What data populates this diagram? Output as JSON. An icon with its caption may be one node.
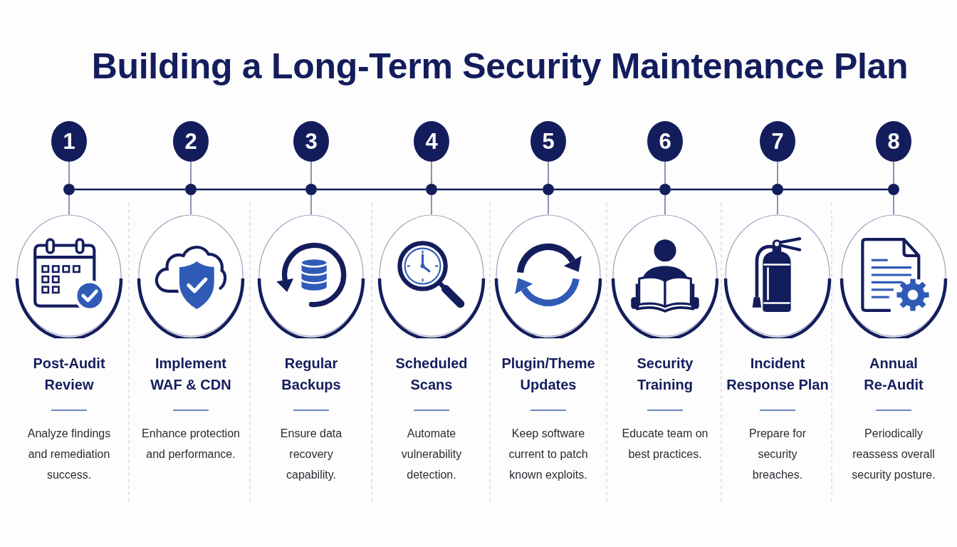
{
  "diagram": {
    "title": "Building a Long-Term Security Maintenance Plan",
    "nodes": [
      {
        "text": [
          "1"
        ]
      },
      {
        "text": [],
        "shape": "dot"
      },
      {
        "text": [],
        "shape": "circle",
        "beside": [
          "Post-Audit Review",
          "Analyze findings and remediation success."
        ]
      },
      {
        "text": [
          "2"
        ]
      },
      {
        "text": [],
        "shape": "dot"
      },
      {
        "text": [],
        "shape": "circle",
        "beside": [
          "Implement WAF & CDN",
          "Enhance protection and performance."
        ]
      },
      {
        "text": [
          "3"
        ]
      },
      {
        "text": [],
        "shape": "dot"
      },
      {
        "text": [],
        "shape": "circle",
        "beside": [
          "Regular Backups",
          "Ensure data recovery capability."
        ]
      },
      {
        "text": [
          "4"
        ]
      },
      {
        "text": [],
        "shape": "dot"
      },
      {
        "text": [],
        "shape": "circle",
        "beside": [
          "Scheduled Scans",
          "Automate vulnerability detection."
        ]
      },
      {
        "text": [
          "5"
        ]
      },
      {
        "text": [],
        "shape": "dot"
      },
      {
        "text": [],
        "shape": "circle",
        "beside": [
          "Plugin/Theme Updates",
          "Keep software current to patch known exploits."
        ]
      },
      {
        "text": [
          "6"
        ]
      },
      {
        "text": [],
        "shape": "dot"
      },
      {
        "text": [],
        "shape": "circle",
        "beside": [
          "Security Training",
          "Educate team on best practices."
        ]
      },
      {
        "text": [
          "7"
        ]
      },
      {
        "text": [],
        "shape": "dot"
      },
      {
        "text": [],
        "shape": "circle",
        "beside": [
          "Incident Response Plan",
          "Prepare for security breaches."
        ]
      },
      {
        "text": [
          "8"
        ]
      },
      {
        "text": [],
        "shape": "dot"
      },
      {
        "text": [],
        "shape": "circle",
        "beside": [
          "Annual Re-Audit",
          "Periodically reassess overall security posture."
        ]
      }
    ],
    "edges": [
      {
        "from": 0,
        "to": 1,
        "arrow": "none"
      },
      {
        "from": 1,
        "to": 2,
        "arrow": "none"
      },
      {
        "from": 1,
        "to": 4,
        "arrow": "none",
        "color": "#141d5c"
      },
      {
        "from": 3,
        "to": 4,
        "arrow": "none"
      },
      {
        "from": 4,
        "to": 5,
        "arrow": "none"
      },
      {
        "from": 4,
        "to": 7,
        "arrow": "none",
        "color": "#141d5c"
      },
      {
        "from": 6,
        "to": 7,
        "arrow": "none"
      },
      {
        "from": 7,
        "to": 8,
        "arrow": "none"
      },
      {
        "from": 7,
        "to": 10,
        "arrow": "none",
        "color": "#141d5c"
      },
      {
        "from": 9,
        "to": 10,
        "arrow": "none"
      },
      {
        "from": 10,
        "to": 11,
        "arrow": "none"
      },
      {
        "from": 10,
        "to": 13,
        "arrow": "none",
        "color": "#141d5c"
      },
      {
        "from": 12,
        "to": 13,
        "arrow": "none"
      },
      {
        "from": 13,
        "to": 14,
        "arrow": "none"
      },
      {
        "from": 13,
        "to": 16,
        "arrow": "none",
        "color": "#141d5c"
      },
      {
        "from": 15,
        "to": 16,
        "arrow": "none"
      },
      {
        "from": 16,
        "to": 17,
        "arrow": "none"
      },
      {
        "from": 16,
        "to": 19,
        "arrow": "none",
        "color": "#141d5c"
      },
      {
        "from": 18,
        "to": 19,
        "arrow": "none"
      },
      {
        "from": 19,
        "to": 20,
        "arrow": "none"
      },
      {
        "from": 19,
        "to": 22,
        "arrow": "none",
        "color": "#141d5c"
      },
      {
        "from": 21,
        "to": 22,
        "arrow": "none"
      },
      {
        "from": 22,
        "to": 23,
        "arrow": "none"
      }
    ]
  }
}
